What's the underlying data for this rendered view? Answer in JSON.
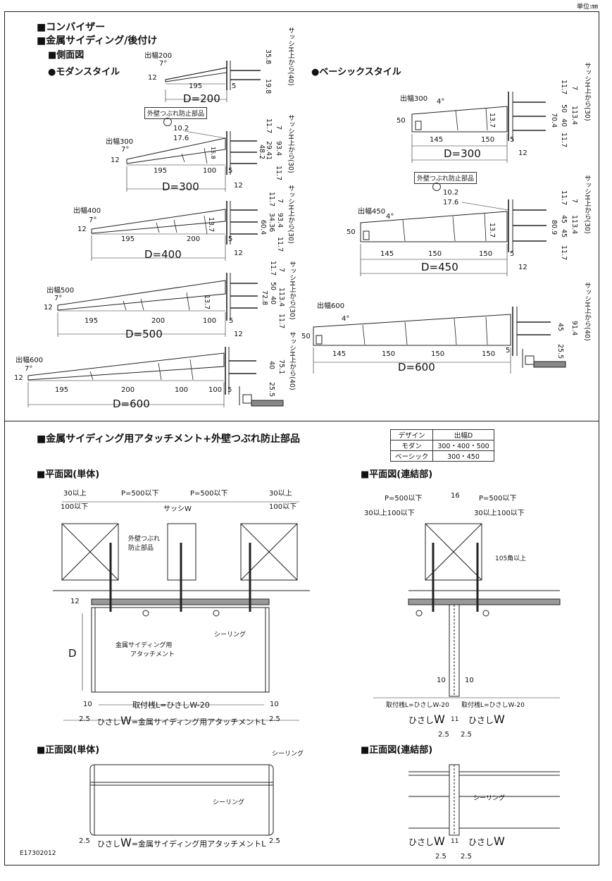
{
  "unit_label": "単位:㎜",
  "doc_code": "E17302012",
  "headings": {
    "product": "■コンバイザー",
    "siding": "■金属サイディング/後付け",
    "side_view": "■側面図",
    "modern": "●モダンスタイル",
    "basic": "●ベーシックスタイル",
    "attachment": "■金属サイディング用アタッチメント+外壁つぶれ防止部品",
    "plan_single": "■平面図(単体)",
    "plan_joint": "■平面図(連結部)",
    "front_single": "■正面図(単体)",
    "front_joint": "■正面図(連結部)"
  },
  "spec_table": {
    "headers": [
      "デザイン",
      "出幅D"
    ],
    "rows": [
      [
        "モダン",
        "300・400・500"
      ],
      [
        "ベーシック",
        "300・450"
      ]
    ]
  },
  "modern": {
    "d200": {
      "title": "出幅200",
      "angle": "7°",
      "h": "12",
      "w195": "195",
      "w5": "5",
      "d": "D=200",
      "v358": "35.8",
      "v198": "19.8",
      "sash": "サッシH上から(40)"
    },
    "d300": {
      "title": "出幅300",
      "angle": "7°",
      "h": "12",
      "w195": "195",
      "w100": "100",
      "w5": "5",
      "w12": "12",
      "d": "D=300",
      "v158": "15.8",
      "v482": "48.2",
      "v2941": "29.41",
      "v934": "93.4",
      "v117a": "11.7",
      "v7": "7",
      "v117b": "11.7",
      "sash": "サッシH上から(30)"
    },
    "d400": {
      "title": "出幅400",
      "angle": "7°",
      "h": "12",
      "w195": "195",
      "w200": "200",
      "w5": "5",
      "w12": "12",
      "d": "D=400",
      "v137": "13.7",
      "v604": "60.4",
      "v3436": "34.36",
      "v934": "93.4",
      "v117a": "11.7",
      "v7": "7",
      "v117b": "11.7",
      "sash": "サッシH上から(30)"
    },
    "d500": {
      "title": "出幅500",
      "angle": "7°",
      "h": "12",
      "w195": "195",
      "w200": "200",
      "w100": "100",
      "w5": "5",
      "w12": "12",
      "d": "D=500",
      "v137": "13.7",
      "v728": "72.8",
      "v40": "40",
      "v50": "50",
      "v1134": "113.4",
      "v117a": "11.7",
      "v7": "7",
      "v117b": "11.7",
      "sash": "サッシH上から(30)"
    },
    "d600": {
      "title": "出幅600",
      "angle": "7°",
      "h": "12",
      "w195": "195",
      "w200": "200",
      "w100a": "100",
      "w100b": "100",
      "w5": "5",
      "d": "D=600",
      "v40": "40",
      "v751": "75.1",
      "v255": "25.5",
      "sash": "サッシH上から(40)"
    }
  },
  "basic": {
    "d300": {
      "title": "出幅300",
      "angle": "4°",
      "h": "50",
      "w145": "145",
      "w150": "150",
      "w5": "5",
      "w12": "12",
      "d": "D=300",
      "v137": "13.7",
      "v704": "70.4",
      "v50": "50",
      "v40": "40",
      "v1134": "113.4",
      "v117a": "11.7",
      "v7": "7",
      "v117b": "11.7",
      "sash": "サッシH上から(30)"
    },
    "d450": {
      "title": "出幅450",
      "angle": "4°",
      "h": "50",
      "w145": "145",
      "w150a": "150",
      "w150b": "150",
      "w5": "5",
      "w12": "12",
      "d": "D=450",
      "v137": "13.7",
      "v809": "80.9",
      "v45a": "45",
      "v45b": "45",
      "v1134": "113.4",
      "v117a": "11.7",
      "v7": "7",
      "v117b": "11.7",
      "sash": "サッシH上から(30)"
    },
    "d600": {
      "title": "出幅600",
      "angle": "4°",
      "h": "50",
      "w145": "145",
      "w150a": "150",
      "w150b": "150",
      "w150c": "150",
      "w5": "5",
      "d": "D=600",
      "v45": "45",
      "v914": "91.4",
      "v255": "25.5",
      "sash": "サッシH上から(40)"
    }
  },
  "callout": {
    "title": "外壁つぶれ防止部品",
    "v102": "10.2",
    "v176": "17.6"
  },
  "plan_single": {
    "left_top": "30以上",
    "left_bot": "100以下",
    "p1": "P=500以下",
    "p2": "P=500以下",
    "right_top": "30以上",
    "right_bot": "100以下",
    "sash_w": "サッシW",
    "wall_part_1": "外壁つぶれ",
    "wall_part_2": "防止部品",
    "sealing": "シーリング",
    "attach_1": "金属サイディング用",
    "attach_2": "アタッチメント",
    "d": "D",
    "h12": "12",
    "w10a": "10",
    "w10b": "10",
    "rail": "取付桟L=ひさしW-20",
    "w25a": "2.5",
    "w25b": "2.5",
    "total_pre": "ひさし",
    "total_w": "W",
    "total_post": "=金属サイディング用アタッチメントL"
  },
  "plan_joint": {
    "p1": "P=500以下",
    "gap": "16",
    "p2": "P=500以下",
    "left": "30以上100以下",
    "right": "30以上100以下",
    "square": "105角以上",
    "w10a": "10",
    "w10b": "10",
    "rail_left": "取付桟L=ひさしW-20",
    "rail_right": "取付桟L=ひさしW-20",
    "hisashi_left": "ひさし",
    "w_left": "W",
    "w11": "11",
    "hisashi_right": "ひさし",
    "w_right": "W",
    "w25a": "2.5",
    "w25b": "2.5"
  },
  "front_single": {
    "sealing_top": "シーリング",
    "sealing_mid": "シーリング",
    "w25a": "2.5",
    "w25b": "2.5",
    "total_pre": "ひさし",
    "total_w": "W",
    "total_post": "=金属サイディング用アタッチメントL"
  },
  "front_joint": {
    "sealing": "シーリング",
    "hisashi_left": "ひさし",
    "w_left": "W",
    "w11": "11",
    "hisashi_right": "ひさし",
    "w_right": "W",
    "w25a": "2.5",
    "w25b": "2.5"
  }
}
